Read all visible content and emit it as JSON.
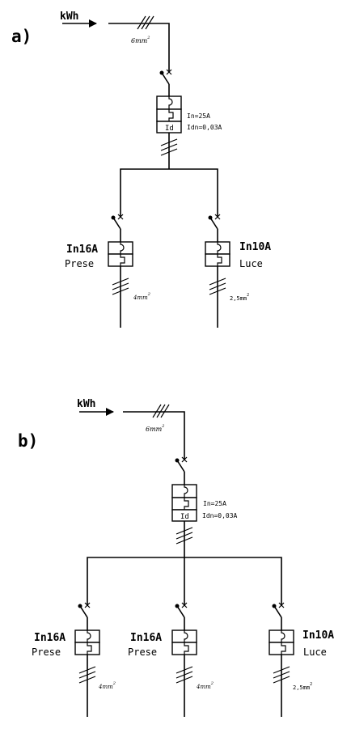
{
  "diagram_a": {
    "label": "a)",
    "meter_label": "kWh",
    "feed_cable": {
      "section": "6mm",
      "exp": "2"
    },
    "main_breaker": {
      "type_label": "Id",
      "rating": "In=25A",
      "sensitivity": "Idn=0,03A"
    },
    "branches": [
      {
        "rating": "In16A",
        "name": "Prese",
        "cable": "4mm",
        "exp": "2"
      },
      {
        "rating": "In10A",
        "name": "Luce",
        "cable": "2,5mm",
        "exp": "2"
      }
    ]
  },
  "diagram_b": {
    "label": "b)",
    "meter_label": "kWh",
    "feed_cable": {
      "section": "6mm",
      "exp": "2"
    },
    "main_breaker": {
      "type_label": "Id",
      "rating": "In=25A",
      "sensitivity": "Idn=0,03A"
    },
    "branches": [
      {
        "rating": "In16A",
        "name": "Prese",
        "cable": "4mm",
        "exp": "2"
      },
      {
        "rating": "In16A",
        "name": "Prese",
        "cable": "4mm",
        "exp": "2"
      },
      {
        "rating": "In10A",
        "name": "Luce",
        "cable": "2,5mm",
        "exp": "2"
      }
    ]
  }
}
